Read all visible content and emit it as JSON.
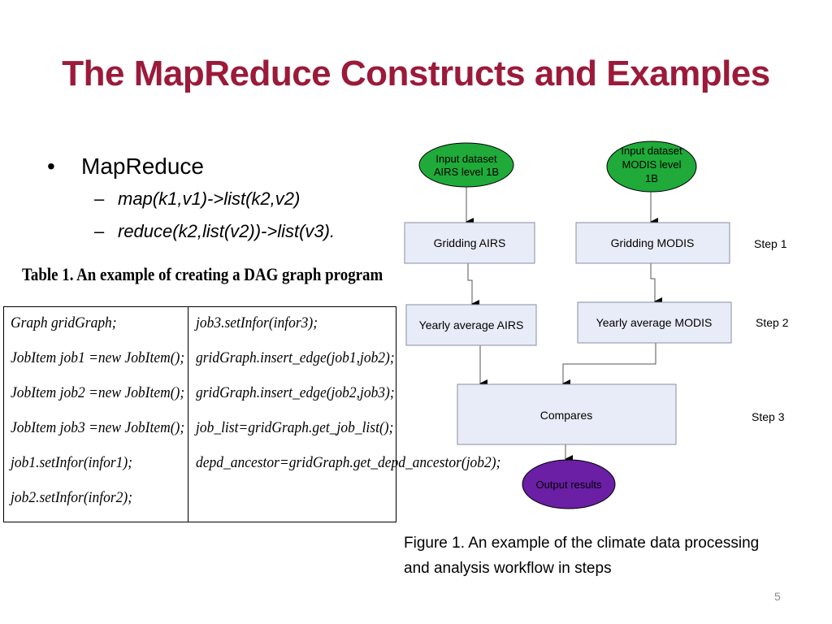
{
  "slide": {
    "title": "The MapReduce Constructs and Examples",
    "title_color": "#9b1a3a",
    "page_number": "5"
  },
  "bullets": {
    "main": "MapReduce",
    "sub": [
      "map(k1,v1)->list(k2,v2)",
      "reduce(k2,list(v2))->list(v3)."
    ]
  },
  "table": {
    "caption": "Table 1. An example of creating a DAG graph program",
    "left_col": [
      "Graph gridGraph;",
      "JobItem job1 =new JobItem();",
      "JobItem job2 =new JobItem();",
      "JobItem job3 =new JobItem();",
      "job1.setInfor(infor1);",
      "job2.setInfor(infor2);"
    ],
    "right_col": [
      "job3.setInfor(infor3);",
      "gridGraph.insert_edge(job1,job2);",
      "gridGraph.insert_edge(job2,job3);",
      "job_list=gridGraph.get_job_list();",
      "depd_ancestor=gridGraph.get_depd_ancestor(job2);"
    ]
  },
  "diagram": {
    "nodes": {
      "input_airs": [
        "Input dataset",
        "AIRS level 1B"
      ],
      "input_modis": [
        "Input dataset",
        "MODIS level",
        "1B"
      ],
      "grid_airs": "Gridding AIRS",
      "grid_modis": "Gridding MODIS",
      "avg_airs": "Yearly average AIRS",
      "avg_modis": "Yearly average MODIS",
      "compares": "Compares",
      "output": "Output results"
    },
    "steps": [
      "Step 1",
      "Step 2",
      "Step 3"
    ],
    "colors": {
      "input_fill": "#1faa3a",
      "output_fill": "#6a1fa5",
      "box_fill": "#e8ecf8",
      "box_stroke": "#8a8ea0"
    }
  },
  "figure_caption": "Figure 1. An example of the climate data processing and analysis workflow in steps"
}
